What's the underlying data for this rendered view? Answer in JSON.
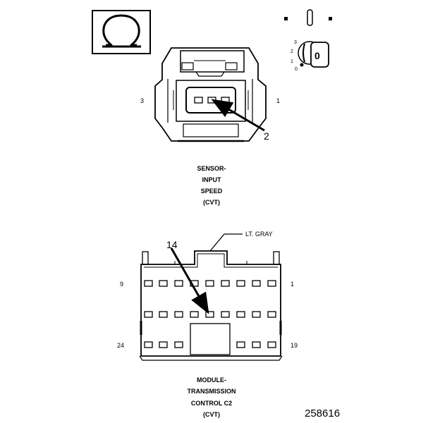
{
  "top_connector": {
    "pin_left": "3",
    "pin_right": "1",
    "callout_pin": "2",
    "caption": [
      "SENSOR-",
      "INPUT",
      "SPEED",
      "(CVT)"
    ]
  },
  "key_icon": {
    "positions": [
      "3",
      "2",
      "1",
      "0"
    ],
    "knob_label": "0"
  },
  "bottom_connector": {
    "color_label": "LT. GRAY",
    "callout_pin": "14",
    "pin_top_left": "9",
    "pin_top_right": "1",
    "pin_bottom_left": "24",
    "pin_bottom_right": "19",
    "caption": [
      "MODULE-",
      "TRANSMISSION",
      "CONTROL C2",
      "(CVT)"
    ]
  },
  "figure_number": "258616"
}
